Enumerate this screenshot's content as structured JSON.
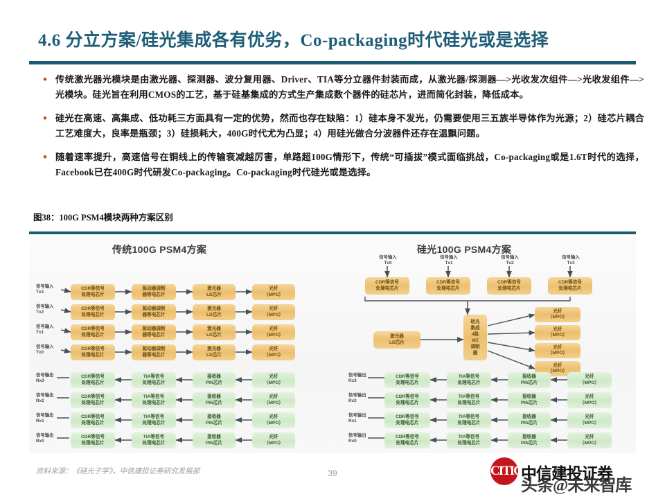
{
  "slide": {
    "title": "4.6 分立方案/硅光集成各有优劣，Co-packaging时代硅光或是选择",
    "page_number": "39",
    "accent_color": "#1b5a70",
    "bullet_color": "#d2491b"
  },
  "bullets": [
    {
      "marker": "•",
      "text": "传统激光器光模块是由激光器、探测器、波分复用器、Driver、TIA等分立器件封装而成，从激光器/探测器—>光收发次组件—>光收发组件—>光模块。硅光旨在利用CMOS的工艺，基于硅基集成的方式生产集成数个器件的硅芯片，进而简化封装，降低成本。"
    },
    {
      "marker": "•",
      "text": "硅光在高速、高集成、低功耗三方面具有一定的优势，然而也存在缺陷：1）硅本身不发光，仍需要使用三五族半导体作为光源；2）硅芯片耦合工艺难度大，良率是瓶颈；3）硅损耗大，400G时代尤为凸显；4）用硅光做合分波器件还存在温飘问题。"
    },
    {
      "marker": "•",
      "text": "随着速率提升，高速信号在铜线上的传输衰减越厉害，单路超100G情形下，传统“可插拔”模式面临挑战，Co-packaging或是1.6T时代的选择，Facebook已在400G时代研发Co-packaging。Co-packaging时代硅光或是选择。"
    }
  ],
  "figure": {
    "caption": "图38：100G PSM4模块两种方案区别",
    "left_panel": {
      "title": "传统100G PSM4方案",
      "tx_inputs": [
        "信号输入",
        "Tx3",
        "Tx2",
        "Tx1",
        "Tx0"
      ],
      "tx_input_label": "信号输入",
      "tx_ids": [
        "Tx3",
        "Tx2",
        "Tx1",
        "Tx0"
      ],
      "tx_stages": [
        {
          "l1": "CDR等信号",
          "l2": "处理电芯片"
        },
        {
          "l1": "驱动器调制",
          "l2": "器等电芯片"
        },
        {
          "l1": "激光器",
          "l2": "LD芯片"
        },
        {
          "l1": "光纤",
          "l2": "（MPO）"
        }
      ],
      "rx_output_label": "信号输出",
      "rx_ids": [
        "Rx3",
        "Rx2",
        "Rx1",
        "Rx0"
      ],
      "rx_stages": [
        {
          "l1": "CDR等信号",
          "l2": "处理电芯片"
        },
        {
          "l1": "TIA等信号",
          "l2": "处理电芯片"
        },
        {
          "l1": "接收器",
          "l2": "PIN芯片"
        },
        {
          "l1": "光纤",
          "l2": "（MPO）"
        }
      ]
    },
    "right_panel": {
      "title": "硅光100G PSM4方案",
      "tx_input_label": "信号输入",
      "tx_ids": [
        "Tx0",
        "Tx1",
        "Tx2",
        "Tx3"
      ],
      "cdr_box": {
        "l1": "CDR等信号",
        "l2": "处理电芯片"
      },
      "laser_box": {
        "l1": "激光器",
        "l2": "LD芯片"
      },
      "si_modulator": [
        "硅光",
        "集成",
        "4路",
        "MZ",
        "调制",
        "器"
      ],
      "fiber_box": {
        "l1": "光纤",
        "l2": "（MPO）"
      },
      "fiber_count": 4,
      "rx_output_label": "信号输出",
      "rx_ids": [
        "Rx3",
        "Rx2",
        "Rx1",
        "Rx0"
      ],
      "rx_stages": [
        {
          "l1": "CDR等信号",
          "l2": "处理电芯片"
        },
        {
          "l1": "TIA等信号",
          "l2": "处理电芯片"
        },
        {
          "l1": "接收器",
          "l2": "PIN芯片"
        },
        {
          "l1": "光纤",
          "l2": "（MPO）"
        }
      ]
    }
  },
  "footer": {
    "source": "资料来源：《硅光子学》，中信建投证券研究发展部",
    "logo_text": "中信建投证券",
    "logo_glyph": "CITIC",
    "watermark": "头条@未来智库"
  }
}
